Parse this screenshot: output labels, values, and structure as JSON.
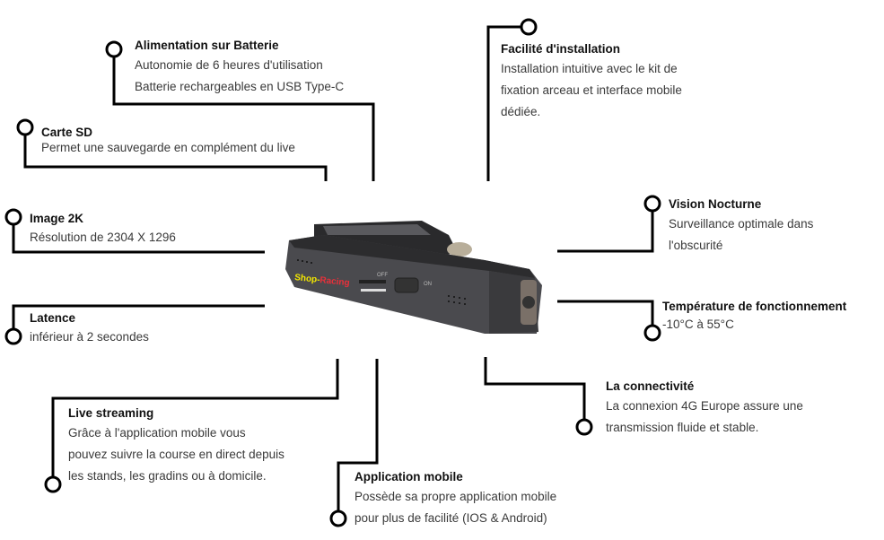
{
  "features": [
    {
      "title": "Alimentation sur Batterie",
      "lines": [
        "Autonomie de 6 heures d'utilisation",
        "Batterie rechargeables en USB Type-C"
      ]
    },
    {
      "title": "Carte SD",
      "lines": [
        "Permet une sauvegarde en complément du live"
      ]
    },
    {
      "title": "Image 2K",
      "lines": [
        "Résolution de 2304 X 1296"
      ]
    },
    {
      "title": "Latence",
      "lines": [
        "inférieur à 2 secondes"
      ]
    },
    {
      "title": "Live streaming",
      "lines": [
        "Grâce à l'application mobile vous",
        "pouvez suivre la course en direct depuis",
        "les stands, les gradins ou à domicile."
      ]
    },
    {
      "title": "Application mobile",
      "lines": [
        "Possède sa propre application mobile",
        "pour plus de facilité (IOS & Android)"
      ]
    },
    {
      "title": "Facilité d'installation",
      "lines": [
        "Installation intuitive avec le kit de",
        "fixation arceau et interface mobile",
        "dédiée."
      ]
    },
    {
      "title": "Vision Nocturne",
      "lines": [
        "Surveillance optimale dans",
        "l'obscurité"
      ]
    },
    {
      "title": "Température de fonctionnement",
      "lines": [
        "-10°C à 55°C"
      ]
    },
    {
      "title": "La connectivité",
      "lines": [
        "La connexion 4G Europe assure une",
        "transmission fluide et stable."
      ]
    }
  ],
  "camera": {
    "logo_part1": "Shop-",
    "logo_part2": "Racing",
    "off_label": "OFF",
    "on_label": "ON"
  },
  "colors": {
    "line": "#000000",
    "logo_yellow": "#f2e600",
    "logo_red": "#e8303a",
    "body": "#4a4a4e"
  }
}
